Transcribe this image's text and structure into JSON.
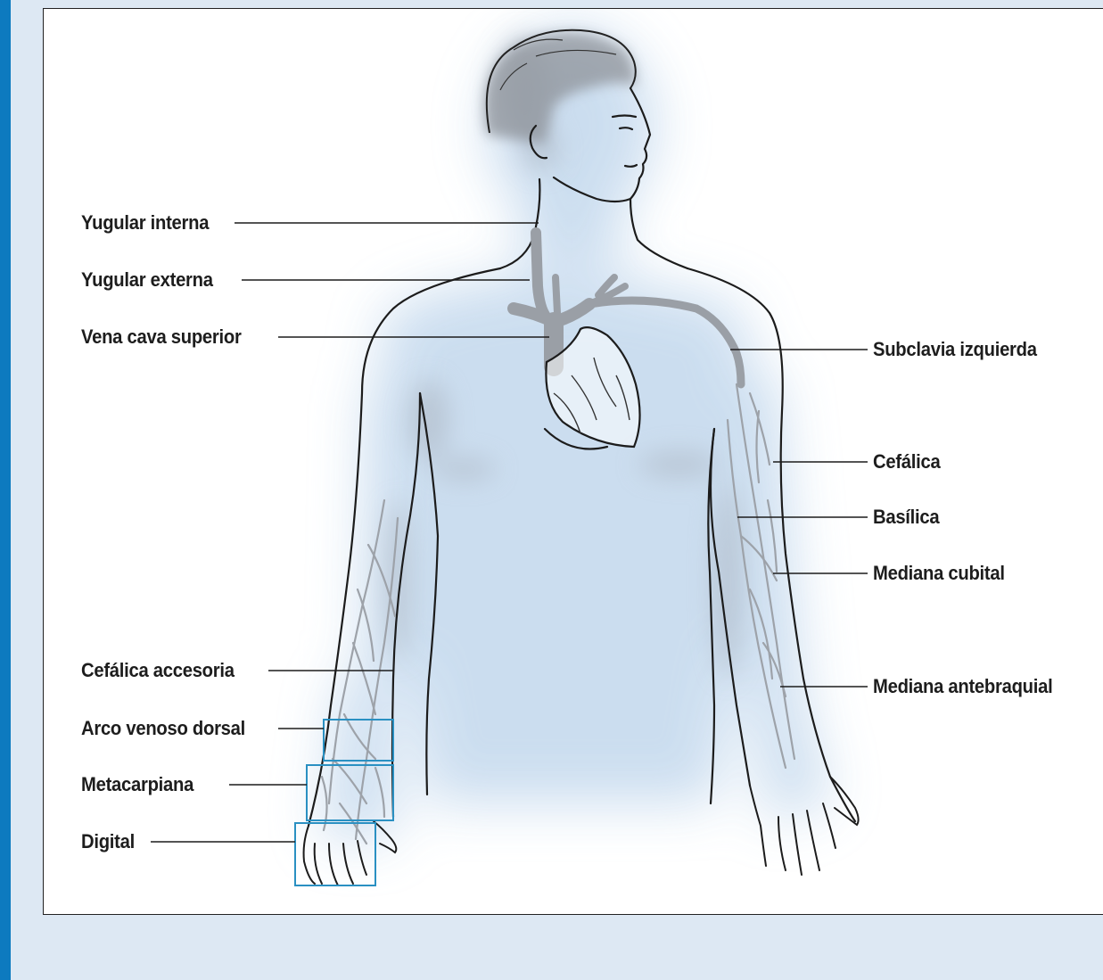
{
  "figure": {
    "left_labels": [
      {
        "id": "yugular-interna",
        "text": "Yugular interna"
      },
      {
        "id": "yugular-externa",
        "text": "Yugular externa"
      },
      {
        "id": "vena-cava-superior",
        "text": "Vena cava superior"
      },
      {
        "id": "cefalica-accesoria",
        "text": "Cefálica accesoria"
      },
      {
        "id": "arco-venoso-dorsal",
        "text": "Arco venoso dorsal"
      },
      {
        "id": "metacarpiana",
        "text": "Metacarpiana"
      },
      {
        "id": "digital",
        "text": "Digital"
      }
    ],
    "right_labels": [
      {
        "id": "subclavia-izquierda",
        "text": "Subclavia izquierda"
      },
      {
        "id": "cefalica",
        "text": "Cefálica"
      },
      {
        "id": "basilica",
        "text": "Basílica"
      },
      {
        "id": "mediana-cubital",
        "text": "Mediana cubital"
      },
      {
        "id": "mediana-antebraquial",
        "text": "Mediana antebraquial"
      }
    ]
  },
  "colors": {
    "accent_bar": "#0d7abf",
    "page_background": "#dde8f3",
    "body_shading": "#c9dcef",
    "vein_gray": "#9a9fa6",
    "highlight_box": "#2a90c2"
  }
}
